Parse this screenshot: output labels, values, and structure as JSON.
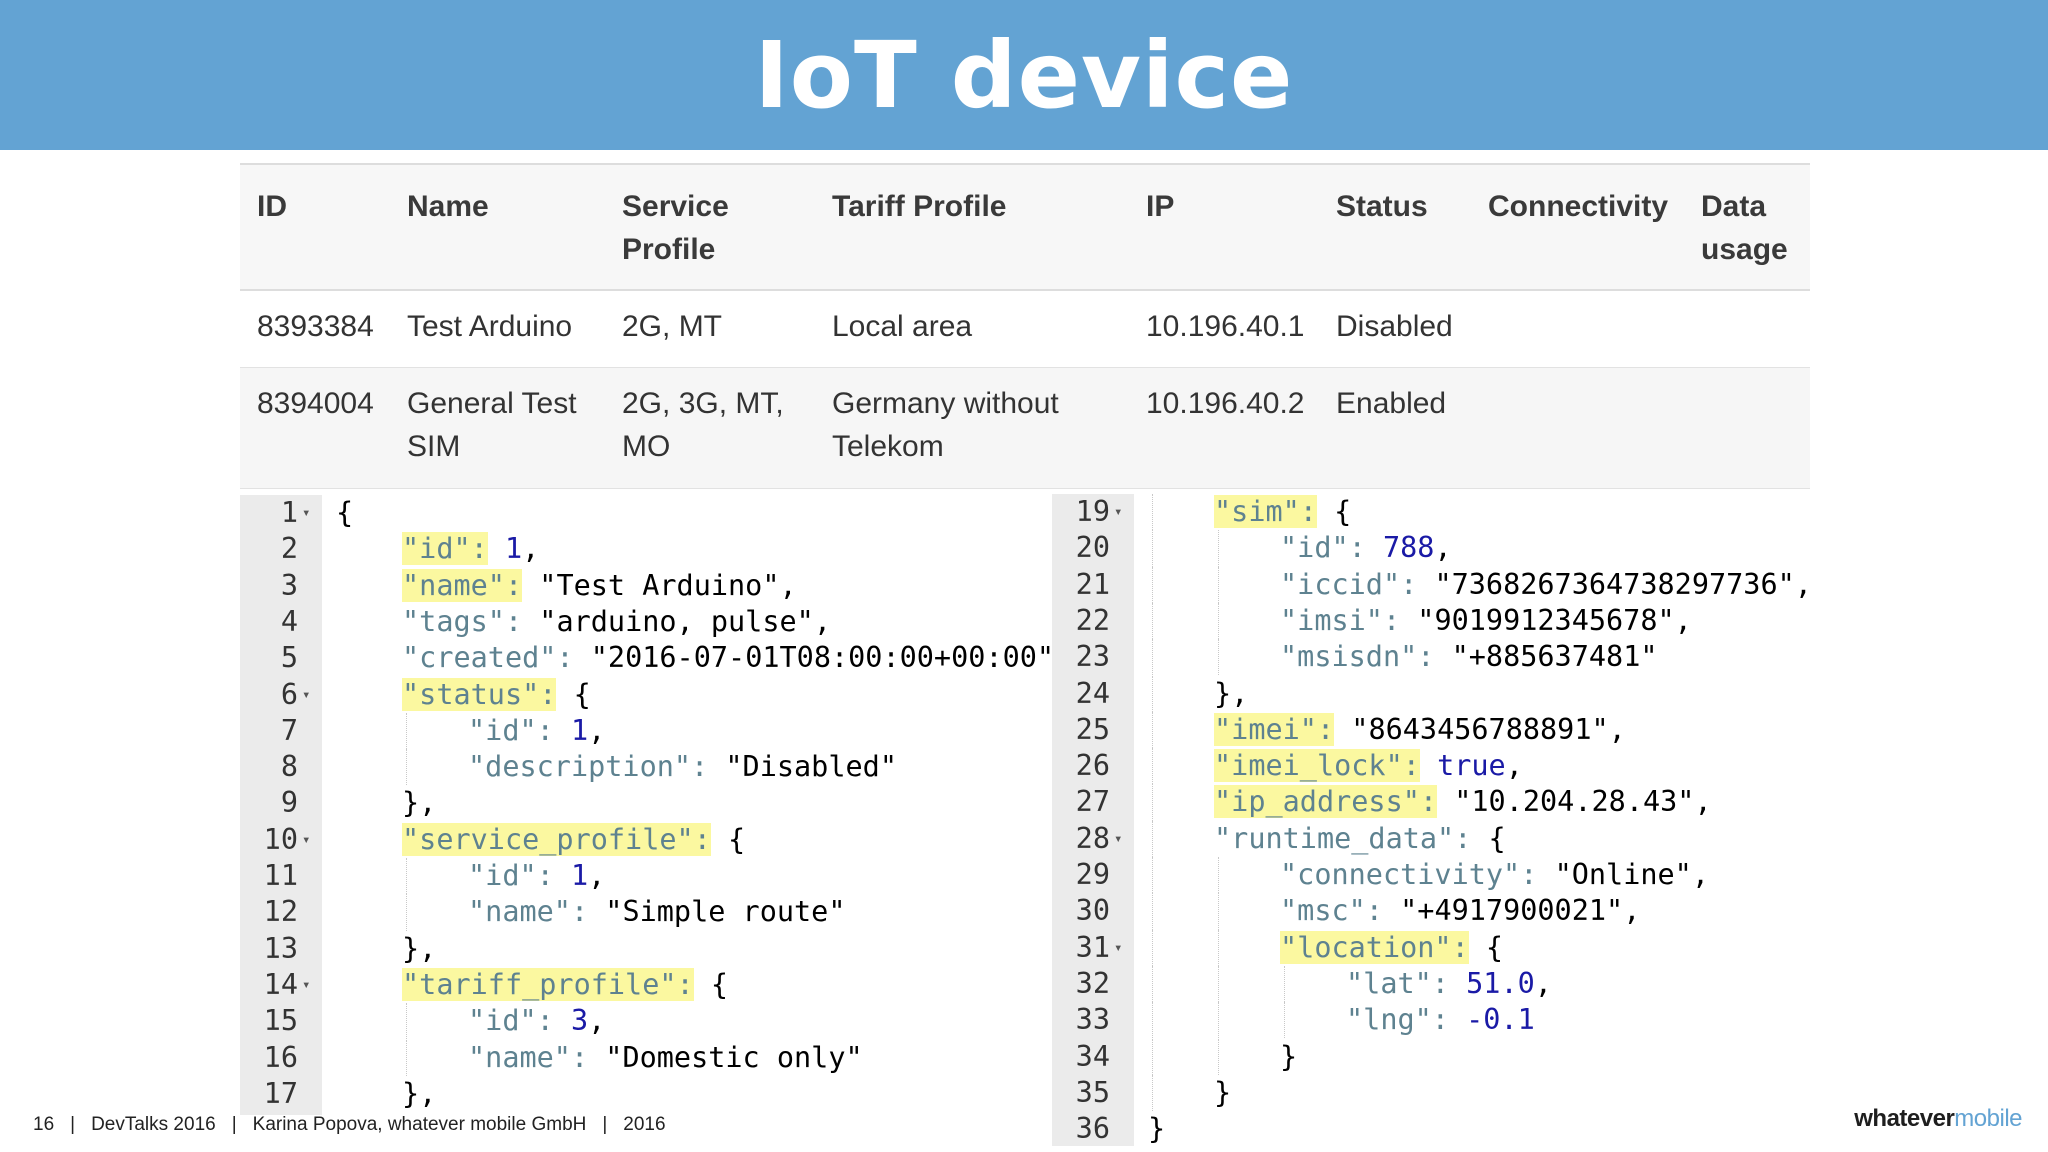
{
  "slide": {
    "title": "IoT device"
  },
  "table": {
    "headers": [
      "ID",
      "Name",
      "Service Profile",
      "Tariff Profile",
      "IP",
      "Status",
      "Connectivity",
      "Data usage"
    ],
    "rows": [
      [
        "8393384",
        "Test Arduino",
        "2G, MT",
        "Local area",
        "10.196.40.1",
        "Disabled",
        "",
        ""
      ],
      [
        "8394004",
        "General Test SIM",
        "2G, 3G, MT, MO",
        "Germany without Telekom",
        "10.196.40.2",
        "Enabled",
        "",
        ""
      ]
    ]
  },
  "code": {
    "left": [
      {
        "n": "1",
        "fold": true,
        "indent": 0,
        "tokens": [
          [
            "p",
            "{"
          ]
        ]
      },
      {
        "n": "2",
        "indent": 1,
        "tokens": [
          [
            "kh",
            "\"id\":"
          ],
          [
            "p",
            " "
          ],
          [
            "n",
            "1"
          ],
          [
            "p",
            ","
          ]
        ]
      },
      {
        "n": "3",
        "indent": 1,
        "tokens": [
          [
            "kh",
            "\"name\":"
          ],
          [
            "p",
            " "
          ],
          [
            "s",
            "\"Test Arduino\""
          ],
          [
            "p",
            ","
          ]
        ]
      },
      {
        "n": "4",
        "indent": 1,
        "tokens": [
          [
            "k",
            "\"tags\":"
          ],
          [
            "p",
            " "
          ],
          [
            "s",
            "\"arduino, pulse\""
          ],
          [
            "p",
            ","
          ]
        ]
      },
      {
        "n": "5",
        "indent": 1,
        "tokens": [
          [
            "k",
            "\"created\":"
          ],
          [
            "p",
            " "
          ],
          [
            "s",
            "\"2016-07-01T08:00:00+00:00\""
          ],
          [
            "p",
            ","
          ]
        ]
      },
      {
        "n": "6",
        "fold": true,
        "indent": 1,
        "tokens": [
          [
            "kh",
            "\"status\":"
          ],
          [
            "p",
            " {"
          ]
        ]
      },
      {
        "n": "7",
        "indent": 2,
        "tokens": [
          [
            "k",
            "\"id\":"
          ],
          [
            "p",
            " "
          ],
          [
            "n",
            "1"
          ],
          [
            "p",
            ","
          ]
        ]
      },
      {
        "n": "8",
        "indent": 2,
        "tokens": [
          [
            "k",
            "\"description\":"
          ],
          [
            "p",
            " "
          ],
          [
            "s",
            "\"Disabled\""
          ]
        ]
      },
      {
        "n": "9",
        "indent": 1,
        "tokens": [
          [
            "p",
            "},"
          ]
        ]
      },
      {
        "n": "10",
        "fold": true,
        "indent": 1,
        "tokens": [
          [
            "kh",
            "\"service_profile\":"
          ],
          [
            "p",
            " {"
          ]
        ]
      },
      {
        "n": "11",
        "indent": 2,
        "tokens": [
          [
            "k",
            "\"id\":"
          ],
          [
            "p",
            " "
          ],
          [
            "n",
            "1"
          ],
          [
            "p",
            ","
          ]
        ]
      },
      {
        "n": "12",
        "indent": 2,
        "tokens": [
          [
            "k",
            "\"name\":"
          ],
          [
            "p",
            " "
          ],
          [
            "s",
            "\"Simple route\""
          ]
        ]
      },
      {
        "n": "13",
        "indent": 1,
        "tokens": [
          [
            "p",
            "},"
          ]
        ]
      },
      {
        "n": "14",
        "fold": true,
        "indent": 1,
        "tokens": [
          [
            "kh",
            "\"tariff_profile\":"
          ],
          [
            "p",
            " {"
          ]
        ]
      },
      {
        "n": "15",
        "indent": 2,
        "tokens": [
          [
            "k",
            "\"id\":"
          ],
          [
            "p",
            " "
          ],
          [
            "n",
            "3"
          ],
          [
            "p",
            ","
          ]
        ]
      },
      {
        "n": "16",
        "indent": 2,
        "tokens": [
          [
            "k",
            "\"name\":"
          ],
          [
            "p",
            " "
          ],
          [
            "s",
            "\"Domestic only\""
          ]
        ]
      },
      {
        "n": "17",
        "indent": 1,
        "tokens": [
          [
            "p",
            "},"
          ]
        ]
      }
    ],
    "right": [
      {
        "n": "19",
        "fold": true,
        "indent": 1,
        "tokens": [
          [
            "kh",
            "\"sim\":"
          ],
          [
            "p",
            " {"
          ]
        ]
      },
      {
        "n": "20",
        "indent": 2,
        "tokens": [
          [
            "k",
            "\"id\":"
          ],
          [
            "p",
            " "
          ],
          [
            "n",
            "788"
          ],
          [
            "p",
            ","
          ]
        ]
      },
      {
        "n": "21",
        "indent": 2,
        "tokens": [
          [
            "k",
            "\"iccid\":"
          ],
          [
            "p",
            " "
          ],
          [
            "s",
            "\"7368267364738297736\""
          ],
          [
            "p",
            ","
          ]
        ]
      },
      {
        "n": "22",
        "indent": 2,
        "tokens": [
          [
            "k",
            "\"imsi\":"
          ],
          [
            "p",
            " "
          ],
          [
            "s",
            "\"9019912345678\""
          ],
          [
            "p",
            ","
          ]
        ]
      },
      {
        "n": "23",
        "indent": 2,
        "tokens": [
          [
            "k",
            "\"msisdn\":"
          ],
          [
            "p",
            " "
          ],
          [
            "s",
            "\"+885637481\""
          ]
        ]
      },
      {
        "n": "24",
        "indent": 1,
        "tokens": [
          [
            "p",
            "},"
          ]
        ]
      },
      {
        "n": "25",
        "indent": 1,
        "tokens": [
          [
            "kh",
            "\"imei\":"
          ],
          [
            "p",
            " "
          ],
          [
            "s",
            "\"8643456788891\""
          ],
          [
            "p",
            ","
          ]
        ]
      },
      {
        "n": "26",
        "indent": 1,
        "tokens": [
          [
            "kh",
            "\"imei_lock\":"
          ],
          [
            "p",
            " "
          ],
          [
            "n",
            "true"
          ],
          [
            "p",
            ","
          ]
        ]
      },
      {
        "n": "27",
        "indent": 1,
        "tokens": [
          [
            "kh",
            "\"ip_address\":"
          ],
          [
            "p",
            " "
          ],
          [
            "s",
            "\"10.204.28.43\""
          ],
          [
            "p",
            ","
          ]
        ]
      },
      {
        "n": "28",
        "fold": true,
        "indent": 1,
        "tokens": [
          [
            "k",
            "\"runtime_data\":"
          ],
          [
            "p",
            " {"
          ]
        ]
      },
      {
        "n": "29",
        "indent": 2,
        "tokens": [
          [
            "k",
            "\"connectivity\":"
          ],
          [
            "p",
            " "
          ],
          [
            "s",
            "\"Online\""
          ],
          [
            "p",
            ","
          ]
        ]
      },
      {
        "n": "30",
        "indent": 2,
        "tokens": [
          [
            "k",
            "\"msc\":"
          ],
          [
            "p",
            " "
          ],
          [
            "s",
            "\"+4917900021\""
          ],
          [
            "p",
            ","
          ]
        ]
      },
      {
        "n": "31",
        "fold": true,
        "indent": 2,
        "tokens": [
          [
            "kh",
            "\"location\":"
          ],
          [
            "p",
            " {"
          ]
        ]
      },
      {
        "n": "32",
        "indent": 3,
        "tokens": [
          [
            "k",
            "\"lat\":"
          ],
          [
            "p",
            " "
          ],
          [
            "n",
            "51.0"
          ],
          [
            "p",
            ","
          ]
        ]
      },
      {
        "n": "33",
        "indent": 3,
        "tokens": [
          [
            "k",
            "\"lng\":"
          ],
          [
            "p",
            " "
          ],
          [
            "n",
            "-0.1"
          ]
        ]
      },
      {
        "n": "34",
        "indent": 2,
        "tokens": [
          [
            "p",
            "}"
          ]
        ]
      },
      {
        "n": "35",
        "indent": 1,
        "tokens": [
          [
            "p",
            "}"
          ]
        ]
      },
      {
        "n": "36",
        "indent": 0,
        "tokens": [
          [
            "p",
            "}"
          ]
        ]
      }
    ]
  },
  "footer": {
    "page": "16",
    "event": "DevTalks 2016",
    "author": "Karina Popova, whatever mobile GmbH",
    "year": "2016",
    "sep": "|"
  },
  "brand": {
    "part1": "whatever",
    "part2": "mobile"
  },
  "colors": {
    "title_bar": "#63a3d3",
    "key": "#5e8290",
    "highlight": "#fbf8a0",
    "number": "#1a1aa6"
  }
}
